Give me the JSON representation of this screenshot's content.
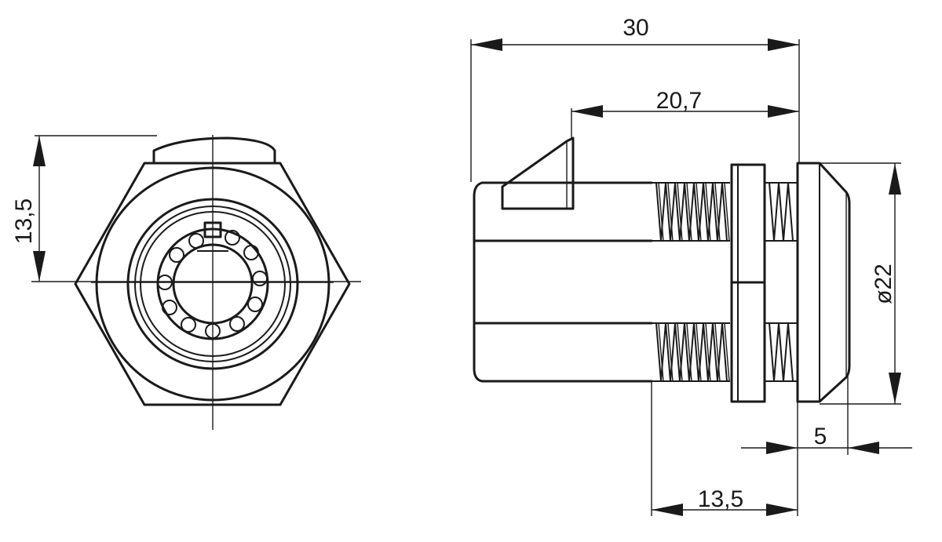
{
  "dimensions": {
    "left_height": "13,5",
    "overall_length": "30",
    "cam_length": "20,7",
    "flange_diameter": "ø22",
    "flange_thickness": "5",
    "thread_length": "13,5"
  },
  "colors": {
    "line": "#1a1a1a",
    "background": "#ffffff"
  }
}
